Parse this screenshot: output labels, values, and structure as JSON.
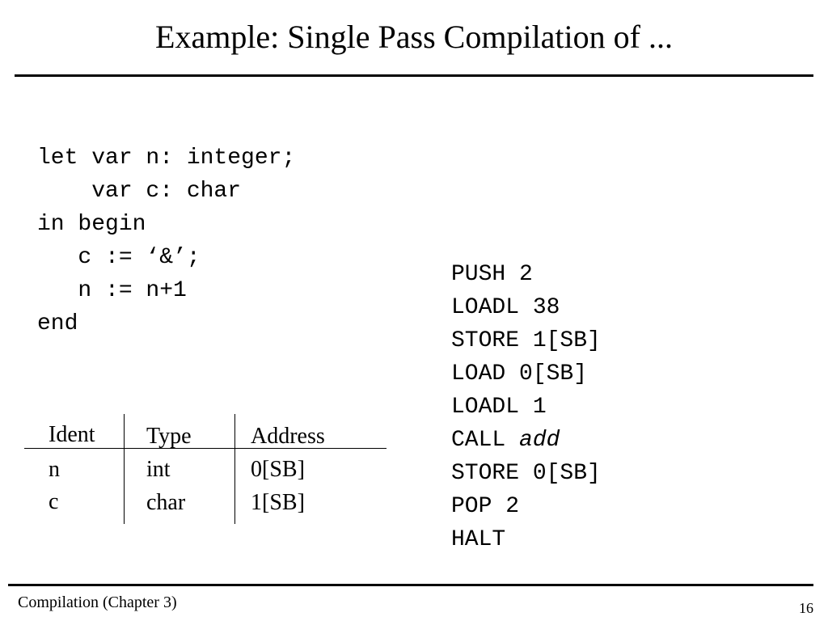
{
  "slide": {
    "title": "Example: Single Pass Compilation of ...",
    "source_code": [
      "let var n: integer;",
      "    var c: char",
      "in begin",
      "   c := ‘&’;",
      "   n := n+1",
      "end"
    ],
    "target_code": [
      {
        "op": "PUSH 2",
        "arg": ""
      },
      {
        "op": "LOADL 38",
        "arg": ""
      },
      {
        "op": "STORE 1[SB]",
        "arg": ""
      },
      {
        "op": "LOAD 0[SB]",
        "arg": ""
      },
      {
        "op": "LOADL 1",
        "arg": ""
      },
      {
        "op": "CALL ",
        "arg": "add"
      },
      {
        "op": "STORE 0[SB]",
        "arg": ""
      },
      {
        "op": "POP 2",
        "arg": ""
      },
      {
        "op": "HALT",
        "arg": ""
      }
    ],
    "symbol_table": {
      "headers": [
        "Ident",
        "Type",
        "Address"
      ],
      "rows": [
        [
          "n",
          "int",
          "0[SB]"
        ],
        [
          "c",
          "char",
          "1[SB]"
        ]
      ]
    }
  },
  "footer": {
    "left": "Compilation (Chapter 3)",
    "page": "16"
  }
}
